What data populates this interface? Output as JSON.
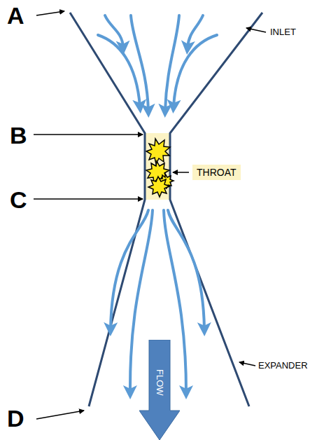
{
  "diagram": {
    "nodes": [
      {
        "text": [
          "THROAT"
        ]
      },
      {
        "text": [
          "FLOW"
        ]
      }
    ],
    "labels": [
      "A",
      "INLET",
      "B",
      "C",
      "EXPANDER",
      "D"
    ]
  }
}
